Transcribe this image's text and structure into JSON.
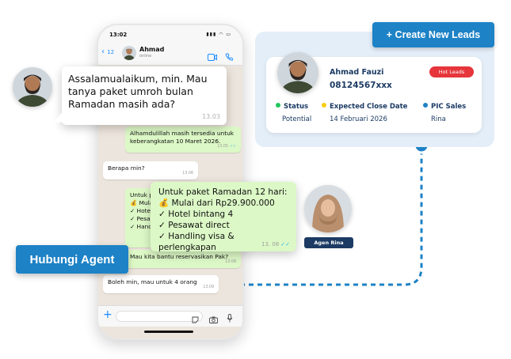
{
  "phone": {
    "status_time": "13:02",
    "status_icons": "▮▮▮ ◠ ▭",
    "back_count": "12",
    "contact_name": "Ahmad",
    "contact_status": "online"
  },
  "chat": {
    "greeting": {
      "text": "Assalamualaikum, min. Mau tanya paket umroh bulan Ramadan masih ada?",
      "time": "13.03"
    },
    "reply_available": {
      "text": "Alhamdulillah masih tersedia untuk keberangkatan 10 Maret 2026.",
      "time": "13.05"
    },
    "ask_price": {
      "text": "Berapa min?",
      "time": "13.06"
    },
    "package_details": {
      "lines": "Untuk paket Ramadan 12 hari:\n💰 Mulai dari Rp29.900.000\n✓ Hotel bintang 4\n✓ Pesawat direct\n✓ Handling visa & perlengkapan",
      "time": "13. 08",
      "preview_title": "Untuk pak",
      "preview_1": "💰 Mulai",
      "preview_2": "✓ Hotel",
      "preview_3": "✓ Pesaw",
      "preview_4": "✓ Handlin"
    },
    "reserve_question": {
      "text": "Mau kita bantu reservasikan Pak?",
      "time": "13.08"
    },
    "reserve_answer": {
      "text": "Boleh min, mau untuk 4 orang",
      "time": "13.09"
    }
  },
  "agent_button": "Hubungi Agent",
  "agent": {
    "label": "Agen Rina"
  },
  "leads": {
    "create_button": "+ Create New Leads",
    "name": "Ahmad Fauzi",
    "phone": "08124567xxx",
    "badge": "Hot Leads",
    "fields": [
      {
        "label": "Status",
        "value": "Potential",
        "color": "#22c55e"
      },
      {
        "label": "Expected Close Date",
        "value": "14 Februari 2026",
        "color": "#facc15"
      },
      {
        "label": "PIC Sales",
        "value": "Rina",
        "color": "#1d82c6"
      }
    ]
  },
  "colors": {
    "brand": "#1d82c6",
    "navy": "#1c3b64",
    "hot": "#e6353b",
    "bubble_out": "#dcf8c6"
  },
  "icons": [
    "back-chevron-icon",
    "video-call-icon",
    "phone-call-icon",
    "plus-icon",
    "sticker-icon",
    "camera-icon",
    "microphone-icon",
    "read-ticks-icon"
  ]
}
